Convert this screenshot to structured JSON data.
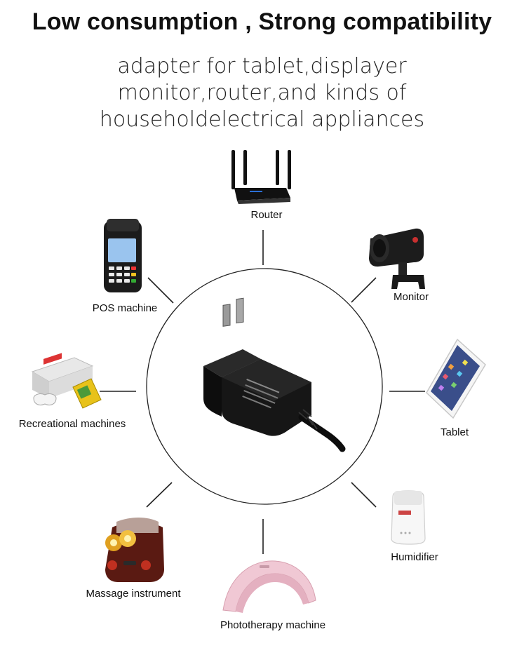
{
  "title": "Low consumption , Strong compatibility",
  "subtitle": {
    "line1": "adapter for tablet,displayer",
    "line2": "monitor,router,and kinds of",
    "line3": "householdelectrical appliances"
  },
  "devices": [
    {
      "key": "router",
      "label": "Router",
      "icon": "router-icon"
    },
    {
      "key": "pos",
      "label": "POS machine",
      "icon": "pos-machine-icon"
    },
    {
      "key": "monitor",
      "label": "Monitor",
      "icon": "security-camera-icon"
    },
    {
      "key": "recreational",
      "label": "Recreational machines",
      "icon": "game-console-icon"
    },
    {
      "key": "tablet",
      "label": "Tablet",
      "icon": "tablet-icon"
    },
    {
      "key": "massage",
      "label": "Massage instrument",
      "icon": "massager-icon"
    },
    {
      "key": "humidifier",
      "label": "Humidifier",
      "icon": "humidifier-icon"
    },
    {
      "key": "phototherapy",
      "label": "Phototherapy machine",
      "icon": "nail-lamp-icon"
    }
  ],
  "center": {
    "icon": "power-adapter-icon"
  }
}
